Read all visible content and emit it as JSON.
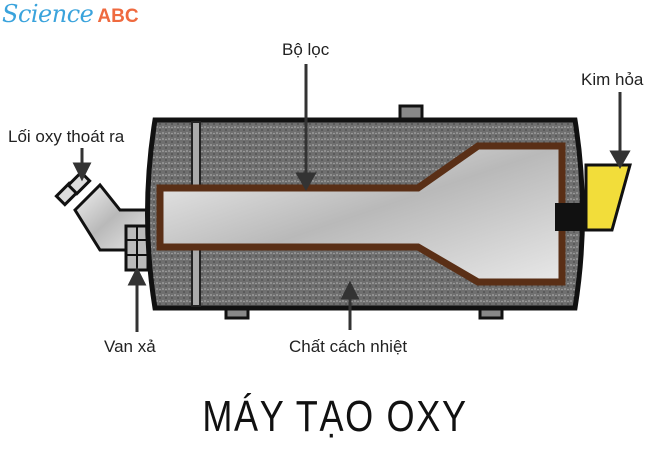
{
  "logo": {
    "science": "Science",
    "abc": "ABC"
  },
  "labels": {
    "filter": "Bộ lọc",
    "igniter": "Kim hỏa",
    "oxygen_outlet": "Lối oxy thoát ra",
    "release_valve": "Van xả",
    "insulation": "Chất cách nhiệt"
  },
  "title": "MÁY TẠO OXY",
  "colors": {
    "logo_blue": "#3aa3dc",
    "logo_orange": "#ef6a3f",
    "filter_border": "#5a2f16",
    "igniter": "#f2dd3a"
  }
}
